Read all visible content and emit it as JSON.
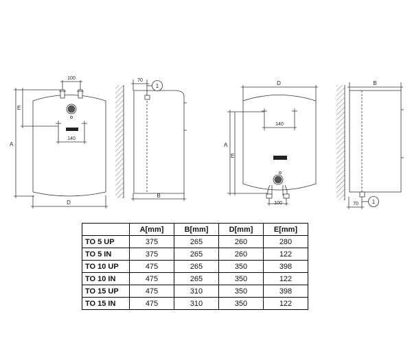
{
  "drawings": {
    "view1": {
      "dim_top": "100",
      "dim_mid": "140",
      "label_height": "A",
      "label_e": "E",
      "label_width": "D"
    },
    "view2": {
      "dim_offset": "70",
      "callout": "1",
      "label_depth": "B"
    },
    "view3": {
      "label_width": "D",
      "dim_mid": "140",
      "label_height": "A",
      "label_e": "E",
      "dim_bottom": "100"
    },
    "view4": {
      "label_depth": "B",
      "dim_offset": "70",
      "callout": "1"
    }
  },
  "table": {
    "headers": [
      "",
      "A[mm]",
      "B[mm]",
      "D[mm]",
      "E[mm]"
    ],
    "rows": [
      {
        "model": "TO 5 UP",
        "a": "375",
        "b": "265",
        "d": "260",
        "e": "280"
      },
      {
        "model": "TO 5 IN",
        "a": "375",
        "b": "265",
        "d": "260",
        "e": "122"
      },
      {
        "model": "TO 10 UP",
        "a": "475",
        "b": "265",
        "d": "350",
        "e": "398"
      },
      {
        "model": "TO 10 IN",
        "a": "475",
        "b": "265",
        "d": "350",
        "e": "122"
      },
      {
        "model": "TO 15 UP",
        "a": "475",
        "b": "310",
        "d": "350",
        "e": "398"
      },
      {
        "model": "TO 15 IN",
        "a": "475",
        "b": "310",
        "d": "350",
        "e": "122"
      }
    ]
  }
}
